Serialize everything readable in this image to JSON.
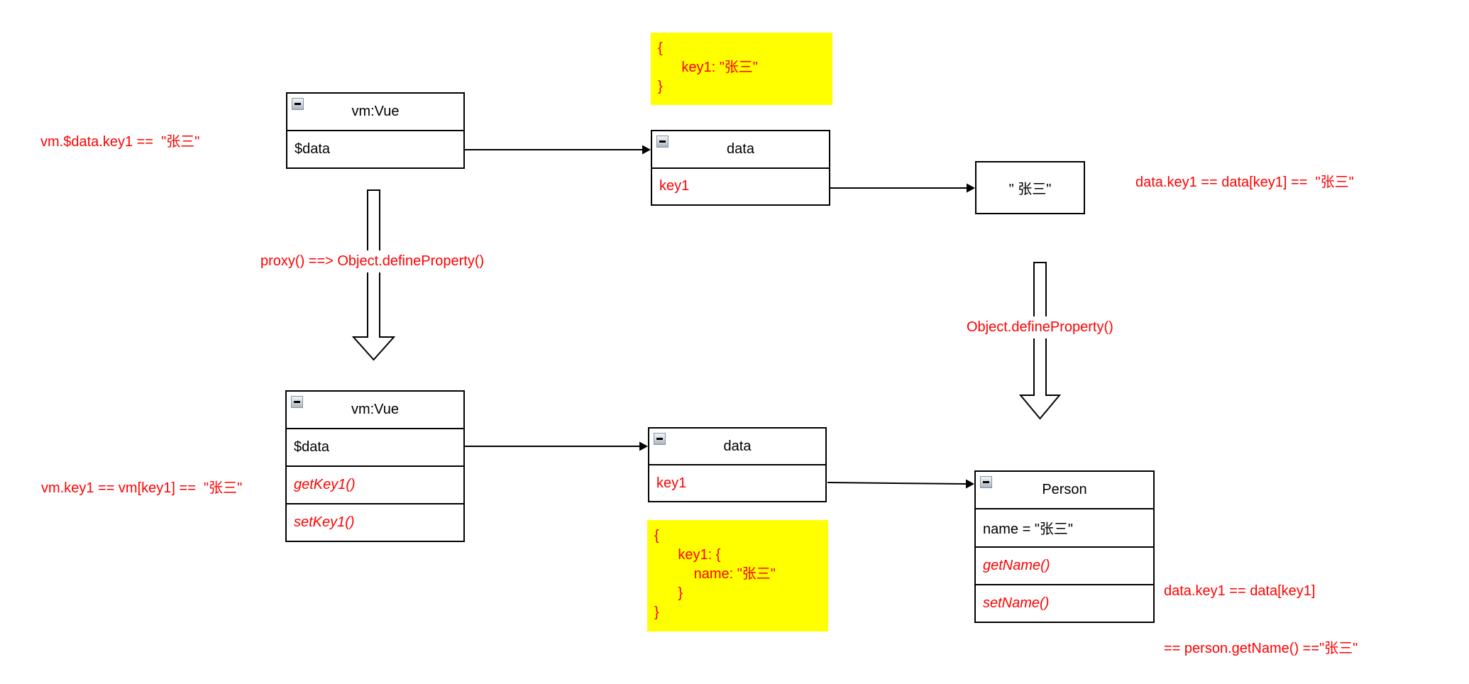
{
  "colors": {
    "red": "#ff0000",
    "note_yellow": "#ffff00",
    "line": "#000000",
    "background": "#ffffff"
  },
  "top_flow": {
    "label_left": "vm.$data.key1 ==  \"张三\"",
    "note": {
      "line1": "{",
      "line2": "      key1: \"张三\"",
      "line3": "}"
    },
    "vm_box": {
      "title": "vm:Vue",
      "attr1": "$data"
    },
    "data_box": {
      "title": "data",
      "attr1": "key1"
    },
    "value_box": {
      "text": "\" 张三\""
    },
    "label_right": "data.key1 == data[key1] ==  \"张三\""
  },
  "transitions": {
    "proxy_label": "proxy() ==> Object.defineProperty()",
    "define_property_label": "Object.defineProperty()"
  },
  "bottom_flow": {
    "label_left": "vm.key1 == vm[key1] ==  \"张三\"",
    "vm_box": {
      "title": "vm:Vue",
      "attr1": "$data",
      "method1": "getKey1()",
      "method2": "setKey1()"
    },
    "data_box": {
      "title": "data",
      "attr1": "key1"
    },
    "note": {
      "line1": "{",
      "line2": "      key1: {",
      "line3": "          name: \"张三\"",
      "line4": "      }",
      "line5": "}"
    },
    "person_box": {
      "title": "Person",
      "attr1": "name = \"张三\"",
      "method1": "getName()",
      "method2": "setName()"
    },
    "label_right_line1": "data.key1 == data[key1]",
    "label_right_line2": "== person.getName() ==\"张三\""
  }
}
